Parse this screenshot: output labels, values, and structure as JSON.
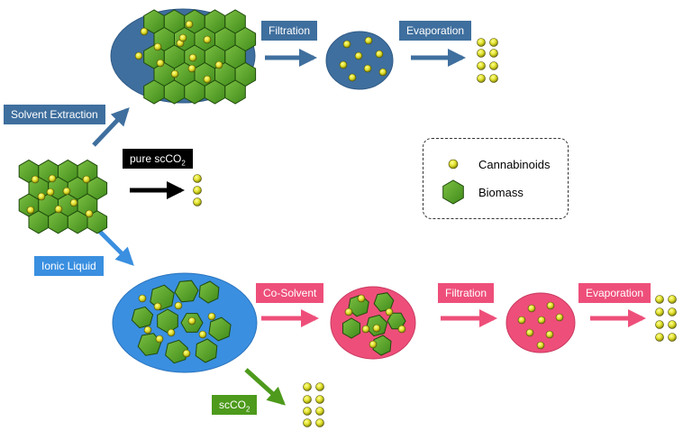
{
  "labels": {
    "solvent_extraction": "Solvent Extraction",
    "pure_scco2_prefix": "pure scCO",
    "pure_scco2_sub": "2",
    "ionic_liquid": "Ionic Liquid",
    "scco2_prefix": "scCO",
    "scco2_sub": "2",
    "filtration_top": "Filtration",
    "evaporation_top": "Evaporation",
    "co_solvent": "Co-Solvent",
    "filtration_bottom": "Filtration",
    "evaporation_bottom": "Evaporation"
  },
  "legend": {
    "cannabinoids": "Cannabinoids",
    "biomass": "Biomass"
  },
  "colors": {
    "dark_blue": "#3f6f9e",
    "light_blue": "#3a8fe0",
    "pink": "#ee4f7a",
    "black": "#000000",
    "green_label": "#4d9a1c",
    "biomass_fill": "#5aa02c",
    "biomass_stroke": "#1f4a0c",
    "cannabinoid_fill": "#d9d92a"
  }
}
